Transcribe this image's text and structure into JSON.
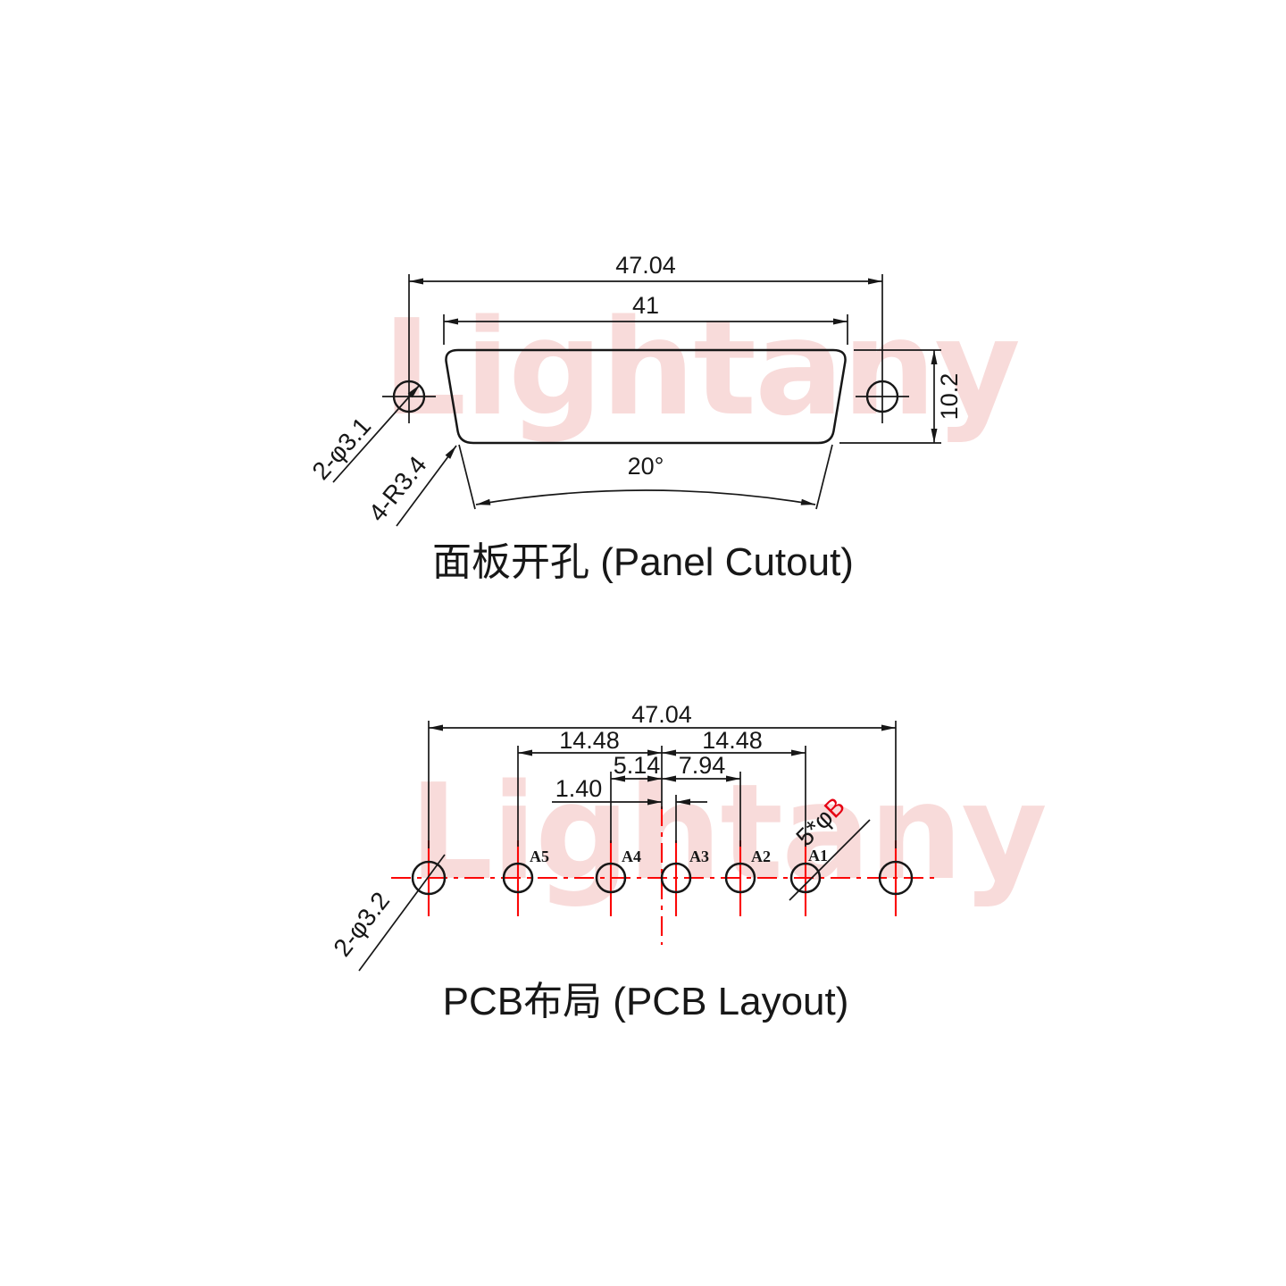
{
  "watermark": {
    "text": "Lightany"
  },
  "colors": {
    "line_black": "#171717",
    "centerline_red": "#fb0707",
    "pin_label_red": "#e60012",
    "watermark_pink": "#f8dbda"
  },
  "panel_cutout": {
    "title": "面板开孔 (Panel Cutout)",
    "dim_overall_width": "47.04",
    "dim_slot_width": "41",
    "dim_slot_height": "10.2",
    "dim_side_angle": "20°",
    "label_mount_holes": "2-φ3.1",
    "label_corner_radius": "4-R3.4"
  },
  "pcb_layout": {
    "title": "PCB布局 (PCB Layout)",
    "dim_overall_width": "47.04",
    "dim_a5_to_center": "14.48",
    "dim_center_to_a1": "14.48",
    "dim_a4_to_center": "5.14",
    "dim_center_to_a2": "7.94",
    "dim_center_to_a3": "1.40",
    "label_mount_holes": "2-φ3.2",
    "label_pin_holes_prefix": "5*φ",
    "label_pin_holes_dia": "B",
    "pins": [
      "A5",
      "A4",
      "A3",
      "A2",
      "A1"
    ]
  }
}
